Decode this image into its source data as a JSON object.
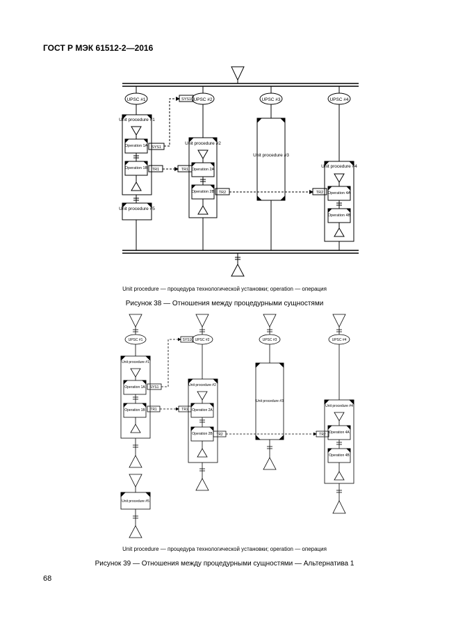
{
  "header": "ГОСТ Р МЭК 61512-2—2016",
  "page_number": "68",
  "figure38": {
    "units": [
      "UPSC #1",
      "UPSC #2",
      "UPSC #3",
      "UPSC #4"
    ],
    "unit_procedures": [
      "Unit procedure #1",
      "Unit procedure #2",
      "Unit procedure #3",
      "Unit procedure #4",
      "Unit procedure #5"
    ],
    "operations": [
      "Operation 1A",
      "Operation 1B",
      "Operation 2A",
      "Operation 2B",
      "Operation 4A",
      "Operation 4B"
    ],
    "links": [
      "SYS1",
      "SYS1",
      "TR1",
      "TR1",
      "TR2",
      "TR2"
    ],
    "note": "Unit procedure — процедура технологической установки; operation — операция",
    "caption": "Рисунок 38 — Отношения между процедурными сущностями"
  },
  "figure39": {
    "units": [
      "UPSC #1",
      "UPSC #2",
      "UPSC #3",
      "UPSC #4"
    ],
    "unit_procedures": [
      "Unit procedure #1",
      "Unit procedure #2",
      "Unit procedure #3",
      "Unit procedure #4",
      "Unit procedure #5"
    ],
    "operations": [
      "Operation 1A",
      "Operation 1B",
      "Operation 2A",
      "Operation 2B",
      "Operation 4A",
      "Operation 4B"
    ],
    "links": [
      "SYS1",
      "SYS1",
      "TR1",
      "TR1",
      "TR2",
      "TR2"
    ],
    "note": "Unit procedure — процедура технологической установки; operation — операция",
    "caption": "Рисунок 39 — Отношения между процедурными сущностями — Альтернатива 1"
  }
}
